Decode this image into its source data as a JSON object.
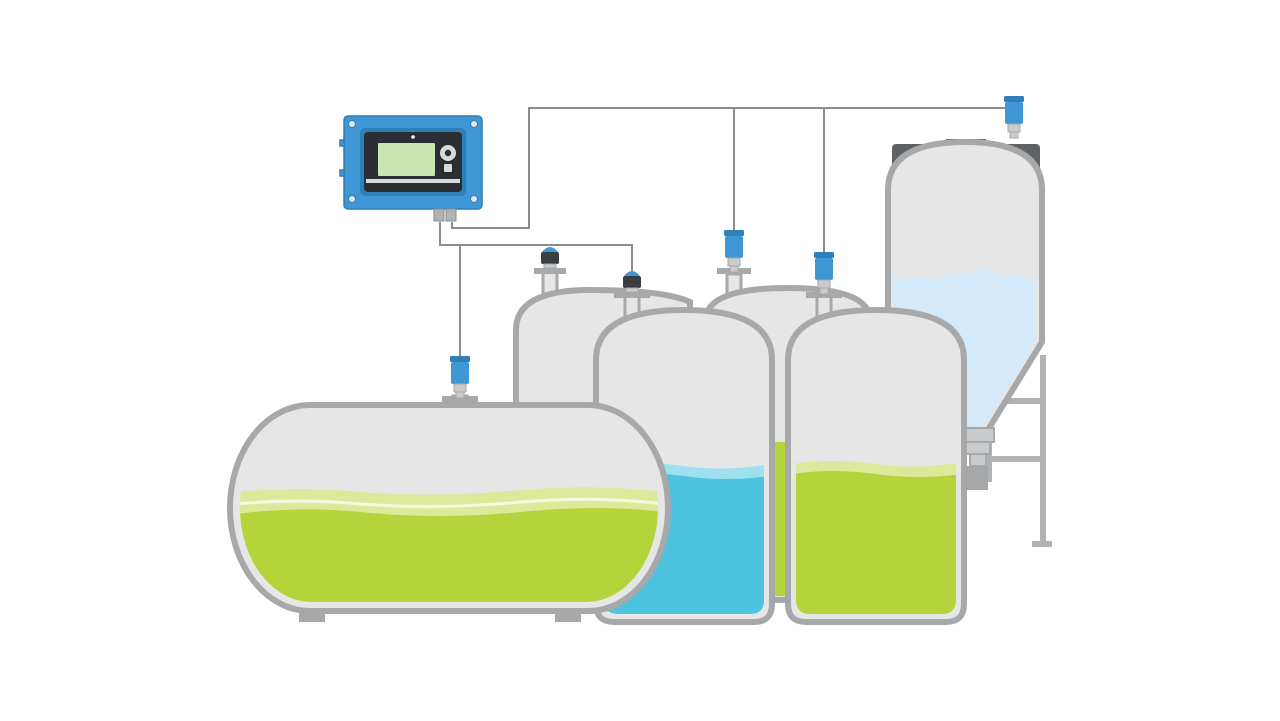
{
  "colors": {
    "background": "#ffffff",
    "tank_body": "#e6e6e6",
    "tank_outline": "#a6a8aa",
    "wire": "#8a8c8e",
    "liquid_green": "#b5d43c",
    "liquid_green_foam": "#dde99a",
    "liquid_blue": "#4dc3e0",
    "liquid_blue_foam": "#9fe0f0",
    "powder_light_blue": "#d4eafb",
    "sensor_blue": "#3f97d6",
    "sensor_dark": "#3b3f44",
    "controller_housing": "#3f97d6",
    "controller_bezel": "#2b2f33",
    "controller_screen": "#c9e6b0",
    "silo_lid": "#5f6163",
    "leg": "#a6a8aa"
  },
  "components": {
    "controller": {
      "icon": "level-controller-display",
      "status_light": "on"
    },
    "sensors": [
      {
        "id": "sensor-horizontal-tank",
        "icon": "radar-level-sensor-icon",
        "style": "blue"
      },
      {
        "id": "sensor-back-left-tank",
        "icon": "radar-level-sensor-icon",
        "style": "dark"
      },
      {
        "id": "sensor-front-left-tank",
        "icon": "radar-level-sensor-icon",
        "style": "dark"
      },
      {
        "id": "sensor-back-right-tank",
        "icon": "radar-level-sensor-icon",
        "style": "blue"
      },
      {
        "id": "sensor-front-right-tank",
        "icon": "radar-level-sensor-icon",
        "style": "blue"
      },
      {
        "id": "sensor-silo",
        "icon": "radar-level-sensor-icon",
        "style": "blue"
      }
    ],
    "vessels": [
      {
        "id": "horizontal-tank",
        "content": "green-liquid",
        "fill_level": 0.52
      },
      {
        "id": "back-left-tank",
        "content": "empty"
      },
      {
        "id": "front-left-tank",
        "content": "blue-liquid",
        "fill_level": 0.5
      },
      {
        "id": "back-right-tank",
        "content": "green-liquid",
        "fill_level": 0.5
      },
      {
        "id": "front-right-tank",
        "content": "green-liquid",
        "fill_level": 0.5
      },
      {
        "id": "silo",
        "content": "bulk-powder",
        "fill_level": 0.55
      }
    ]
  }
}
